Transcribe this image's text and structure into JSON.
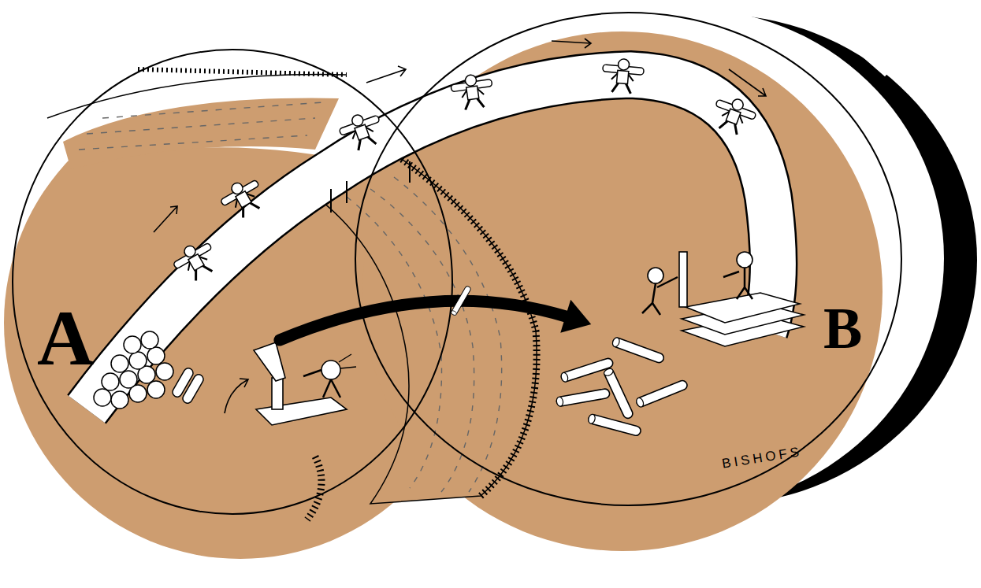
{
  "diagram": {
    "nodes": [
      {
        "text": [
          "A"
        ]
      },
      {
        "text": [
          "B"
        ]
      }
    ],
    "edges": [
      {
        "from": 0,
        "to": 1,
        "arrow": "to"
      }
    ],
    "labels": [
      "BISHOFS"
    ]
  }
}
